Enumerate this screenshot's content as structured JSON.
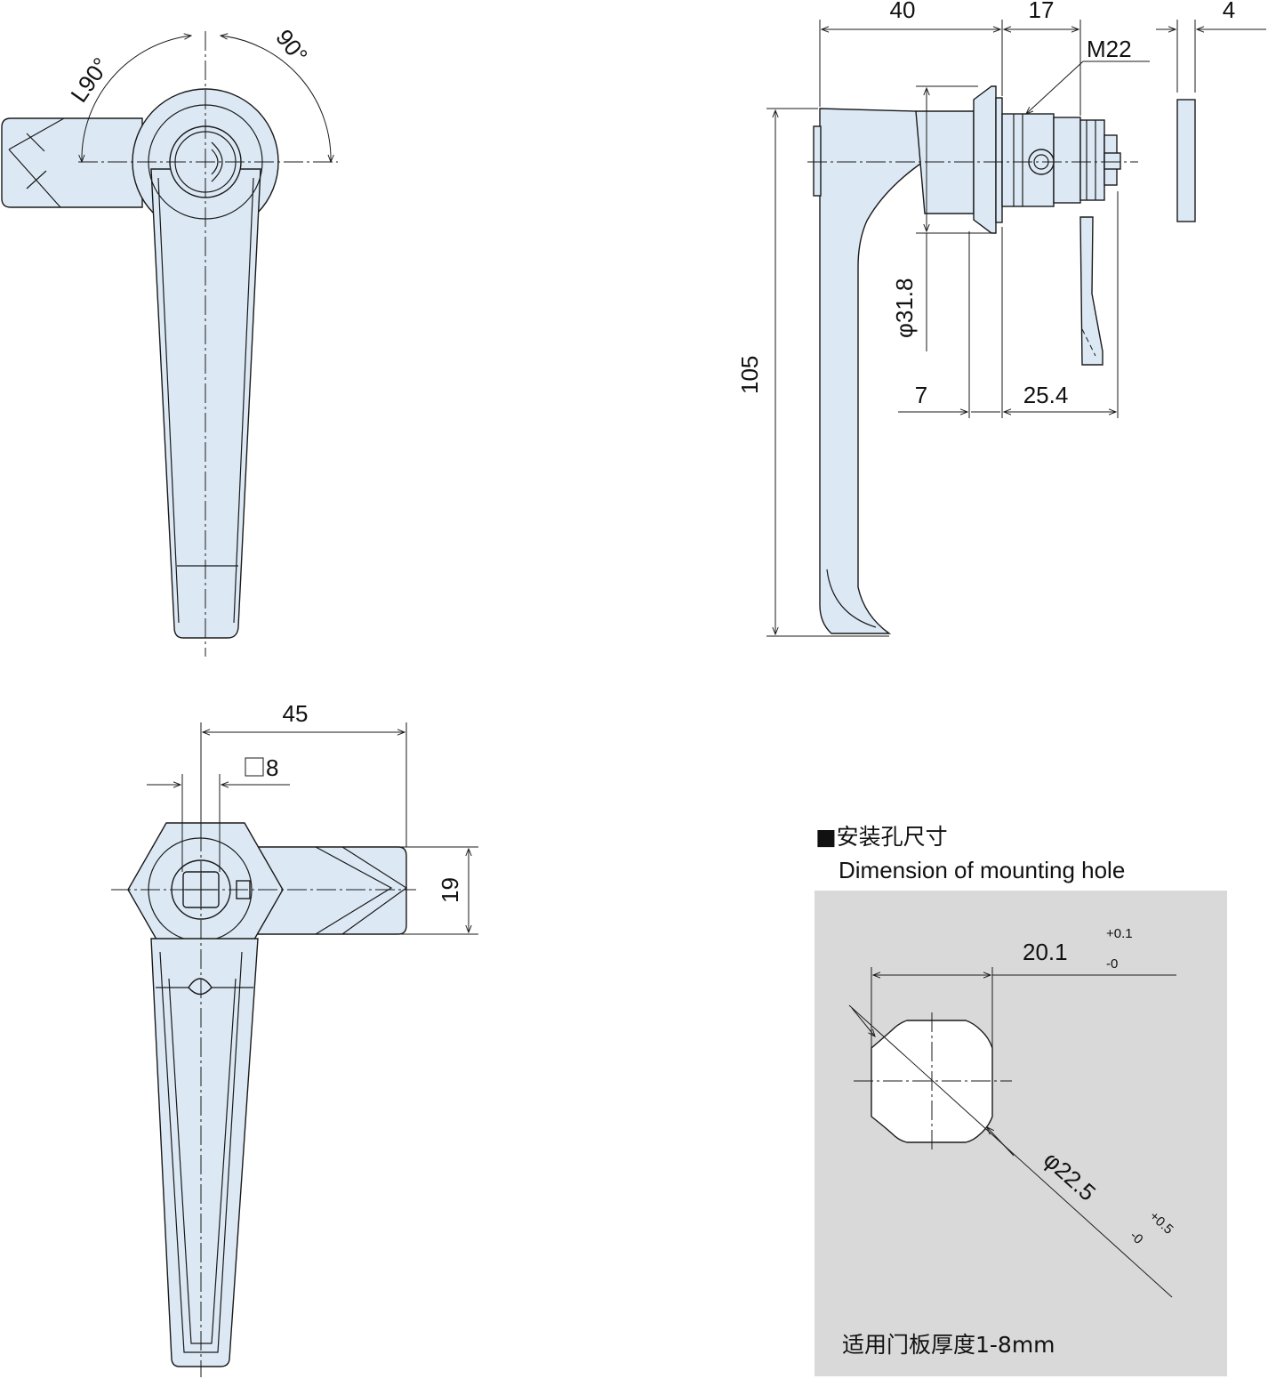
{
  "dimensions": {
    "angle_right": "90°",
    "angle_left": "L90°",
    "width_40": "40",
    "width_17": "17",
    "width_4": "4",
    "thread": "M22",
    "bezel_dia": "φ31.8",
    "height_105": "105",
    "offset_7": "7",
    "depth_25_4": "25.4",
    "length_45": "45",
    "square_8": "8",
    "width_19": "19"
  },
  "mounting_hole": {
    "title_cn": "■安装孔尺寸",
    "title_en": "Dimension of mounting hole",
    "flat_width": "20.1",
    "flat_tol_upper": "+0.1",
    "flat_tol_lower": "-0",
    "diameter": "φ22.5",
    "dia_tol_upper": "+0.5",
    "dia_tol_lower": "-0",
    "panel_note": "适用门板厚度1-8mm"
  },
  "colors": {
    "part_fill": "#dce9f5",
    "outline": "#1a1a1a",
    "hole_panel": "#d9d9d9"
  }
}
